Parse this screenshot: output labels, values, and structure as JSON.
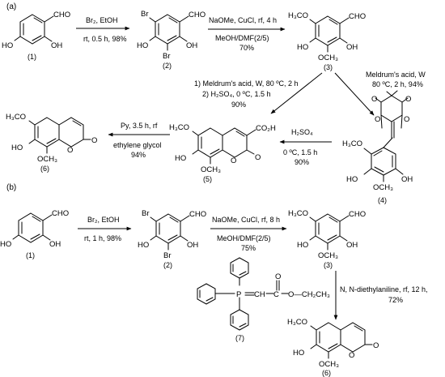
{
  "sections": {
    "a": "(a)",
    "b": "(b)"
  },
  "labels": {
    "OH": "OH",
    "HO": "HO",
    "CHO": "CHO",
    "Br": "Br",
    "H3CO": "H₃CO",
    "OCH3": "OCH₃",
    "CO2H": "CO₂H",
    "O": "O",
    "P": "P",
    "CH": "CH",
    "C": "C",
    "OCH2CH3": "O—CH₂CH₃"
  },
  "compounds": {
    "c1": "(1)",
    "c2": "(2)",
    "c3": "(3)",
    "c4": "(4)",
    "c5": "(5)",
    "c6": "(6)",
    "c7": "(7)"
  },
  "steps_a": {
    "s1_top": "Br₂, EtOH",
    "s1_bottom": "rt, 0.5 h, 98%",
    "s2_top": "NaOMe, CuCl, rf, 4 h",
    "s2_mid": "MeOH/DMF(2/5)",
    "s2_bottom": "70%",
    "s3_line1": "1) Meldrum's acid, W, 80 ºC, 2 h",
    "s3_line2": "2) H₂SO₄, 0 ºC, 1.5 h",
    "s3_line3": "90%",
    "s4_line1": "Meldrum's acid, W",
    "s4_line2": "80 ºC, 2 h, 94%",
    "s5_top": "H₂SO₄",
    "s5_mid": "0 ºC, 1.5 h",
    "s5_bottom": "90%",
    "s6_top": "Py, 3.5 h, rf",
    "s6_mid": "ethylene glycol",
    "s6_bottom": "94%"
  },
  "steps_b": {
    "s1_top": "Br₂, EtOH",
    "s1_bottom": "rt, 1 h, 98%",
    "s2_top": "NaOMe, CuCl, rf, 8 h",
    "s2_mid": "MeOH/DMF(2/5)",
    "s2_bottom": "75%",
    "s3_line1": "N, N-diethylaniline, rf, 12 h,",
    "s3_line2": "72%"
  }
}
